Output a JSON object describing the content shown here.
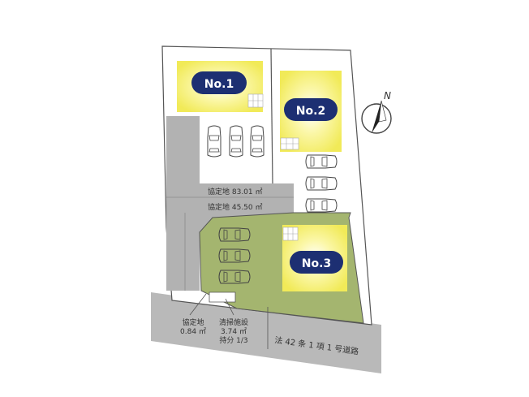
{
  "lots": [
    {
      "label": "No.1"
    },
    {
      "label": "No.2"
    },
    {
      "label": "No.3"
    }
  ],
  "agreement_land": [
    {
      "text": "協定地 83.01 ㎡"
    },
    {
      "text": "協定地 45.50 ㎡"
    }
  ],
  "callouts": {
    "small_land_title": "協定地",
    "small_land_area": "0.84 ㎡",
    "cleaning_title": "清掃施設",
    "cleaning_area": "3.74 ㎡",
    "cleaning_share": "持分 1/3"
  },
  "road_label": "法 42 条 1 項 1 号道路",
  "compass_label": "N",
  "colors": {
    "lot_yellow": "#f5f07a",
    "lot_green": "#a4b56f",
    "shared_gray": "#b2b2b2",
    "road_gray": "#b9b9b9",
    "badge_navy": "#1d2f72"
  }
}
